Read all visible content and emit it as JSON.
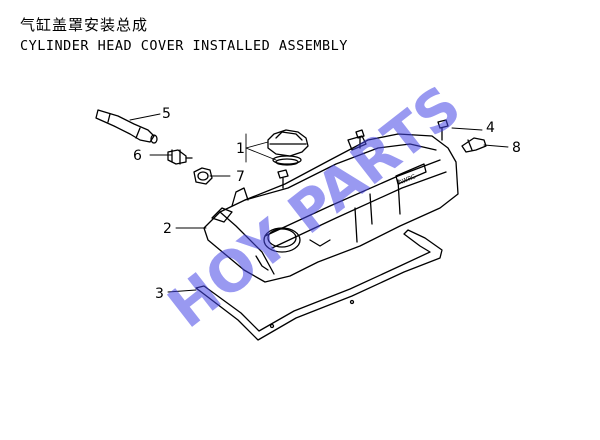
{
  "title_cn": "气缸盖罩安装总成",
  "title_en": "CYLINDER HEAD COVER INSTALLED ASSEMBLY",
  "callouts": [
    "1",
    "2",
    "3",
    "4",
    "5",
    "6",
    "7",
    "8"
  ],
  "watermark": "HOY PARTS",
  "cover_badge": "AWRC",
  "colors": {
    "line": "#000000",
    "watermark": "#4646e6"
  }
}
